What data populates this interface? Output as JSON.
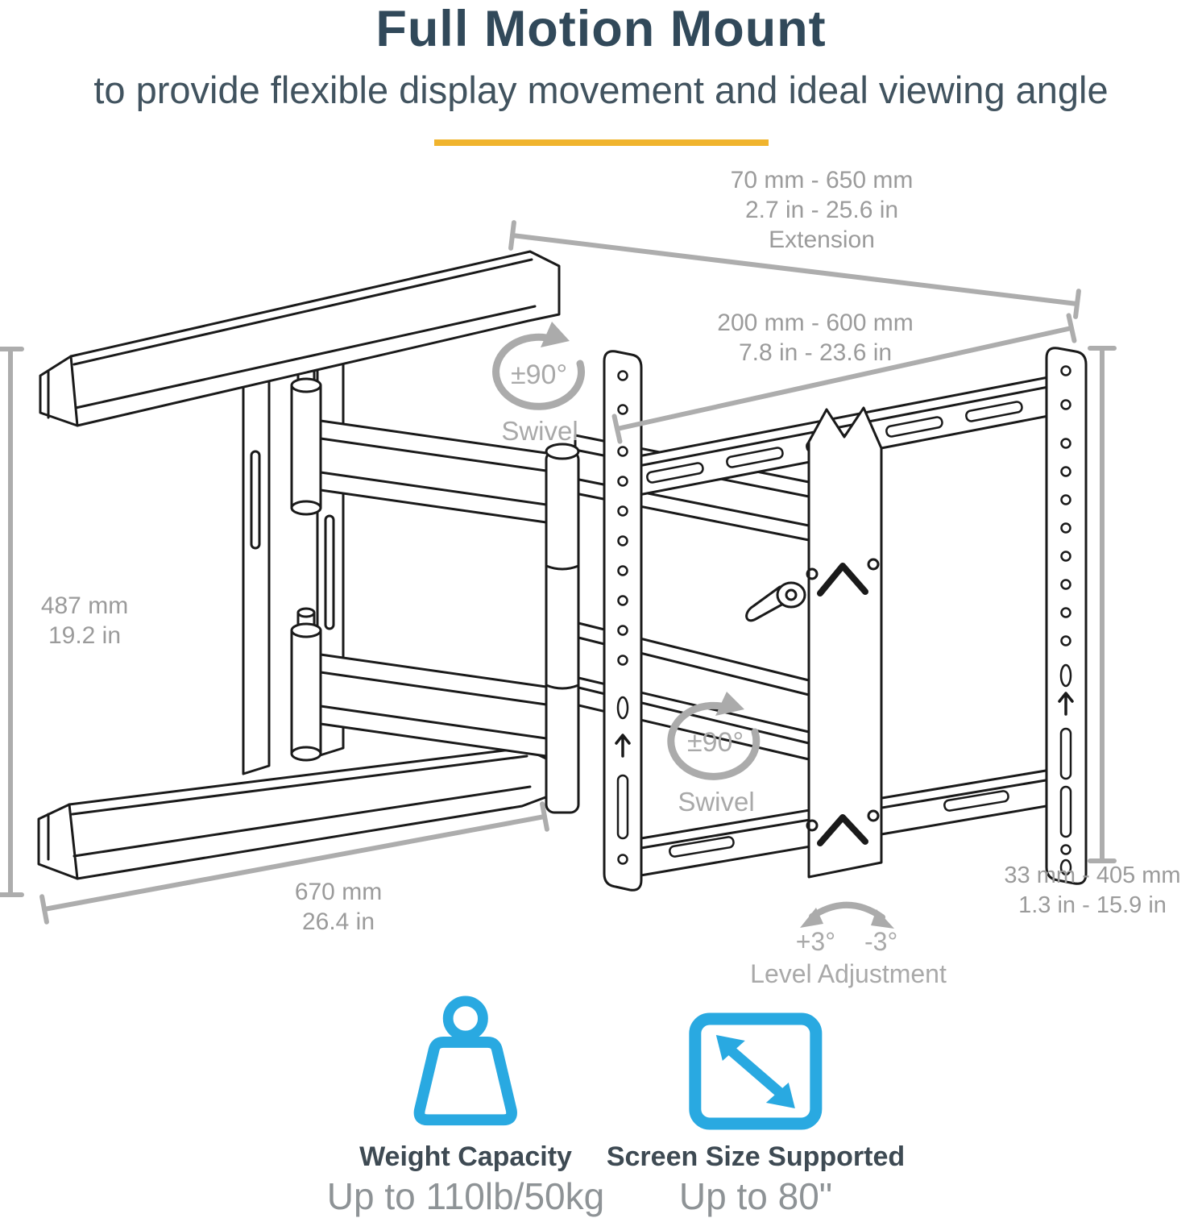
{
  "header": {
    "title": "Full Motion Mount",
    "subtitle": "to provide flexible display movement and ideal viewing angle"
  },
  "dimensions": {
    "extension": {
      "metric": "70 mm - 650 mm",
      "imperial": "2.7 in - 25.6 in",
      "label": "Extension"
    },
    "arm_width": {
      "metric": "200 mm - 600 mm",
      "imperial": "7.8 in - 23.6 in"
    },
    "plate_height": {
      "metric": "487 mm",
      "imperial": "19.2 in"
    },
    "plate_length": {
      "metric": "670 mm",
      "imperial": "26.4 in"
    },
    "vertical_adjust": {
      "metric": "33 mm - 405 mm",
      "imperial": "1.3 in - 15.9 in"
    }
  },
  "motion": {
    "swivel_upper": {
      "angle": "±90°",
      "label": "Swivel"
    },
    "swivel_lower": {
      "angle": "±90°",
      "label": "Swivel"
    },
    "level": {
      "positive": "+3°",
      "negative": "-3°",
      "label": "Level Adjustment"
    }
  },
  "features": {
    "weight": {
      "icon": "weight-icon",
      "label": "Weight Capacity",
      "value": "Up to 110lb/50kg"
    },
    "screen": {
      "icon": "screen-size-icon",
      "label": "Screen Size Supported",
      "value": "Up to 80\""
    }
  },
  "colors": {
    "title_navy": "#31495A",
    "accent_yellow": "#F0B42E",
    "annotation_gray": "#9B9B9B",
    "dimension_gray": "#ADADAD",
    "icon_blue": "#29A9E1",
    "drawing_ink": "#1A1A1A"
  }
}
